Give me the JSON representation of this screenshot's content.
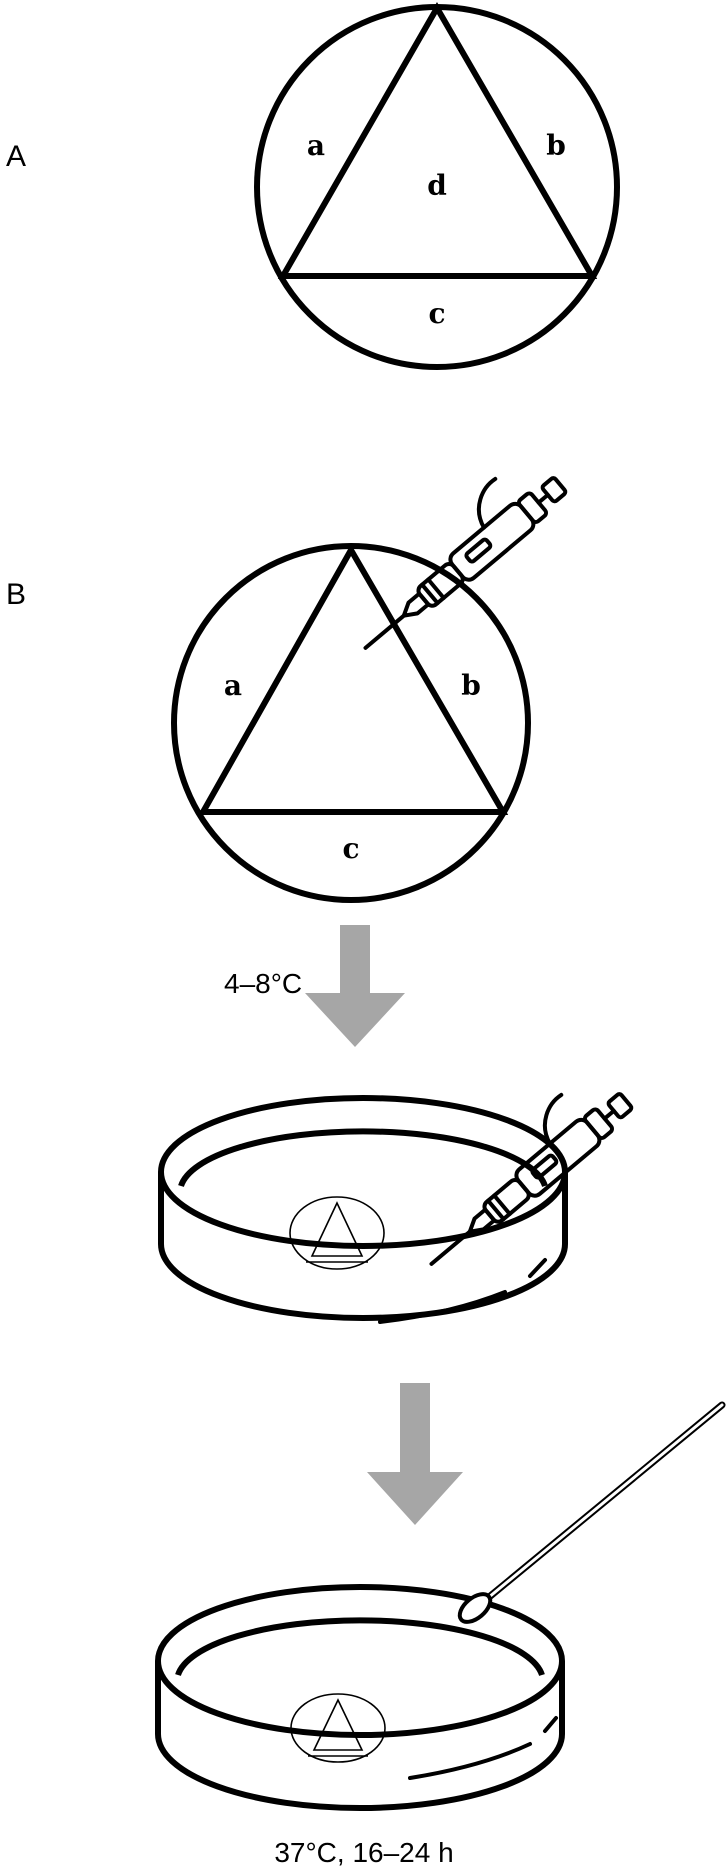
{
  "panels": {
    "a": {
      "label": "A",
      "regions": [
        "a",
        "b",
        "c",
        "d"
      ]
    },
    "b": {
      "label": "B",
      "regions": [
        "a",
        "b",
        "c"
      ]
    }
  },
  "steps": {
    "first": "4–8°C",
    "second": "37°C, 16–24 h"
  },
  "colors": {
    "arrow": "#a6a6a6",
    "line": "#000000",
    "background": "#ffffff"
  },
  "icons": [
    "pipette-icon",
    "swab-icon",
    "petri-dish-icon"
  ]
}
